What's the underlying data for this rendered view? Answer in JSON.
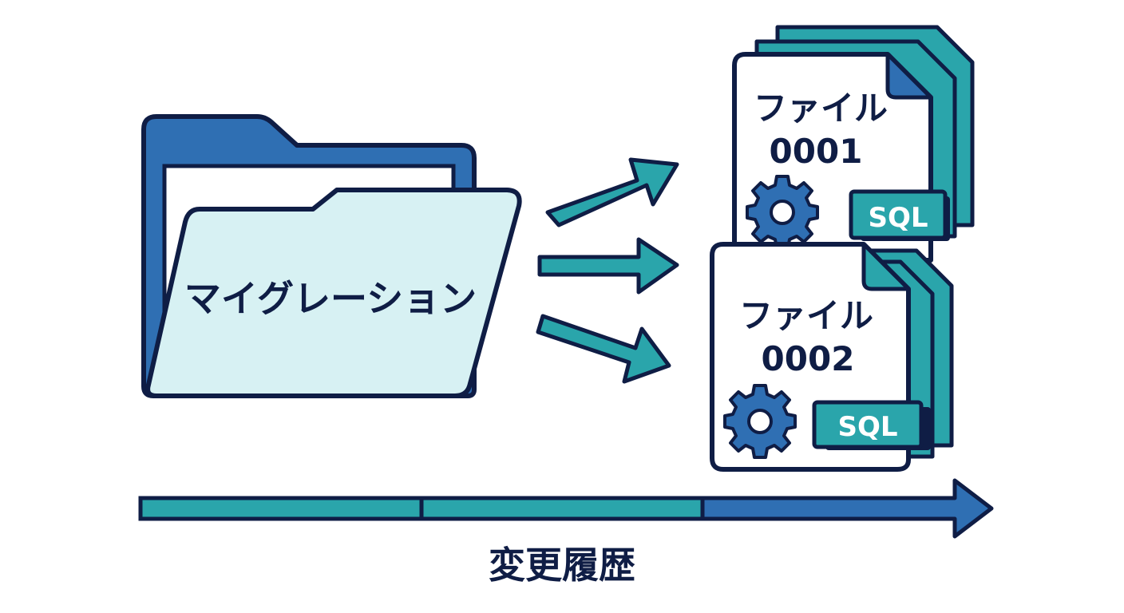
{
  "folder": {
    "label": "マイグレーション"
  },
  "files": [
    {
      "name": "ファイル",
      "number": "0001",
      "badge": "SQL",
      "icon": "gear-icon"
    },
    {
      "name": "ファイル",
      "number": "0002",
      "badge": "SQL",
      "icon": "gear-icon"
    }
  ],
  "timeline": {
    "label": "変更履歴"
  },
  "colors": {
    "outline": "#0f1d45",
    "teal": "#2aa5ab",
    "blue": "#2f6fb3",
    "folder_front": "#d7f1f3",
    "paper": "#ffffff"
  }
}
